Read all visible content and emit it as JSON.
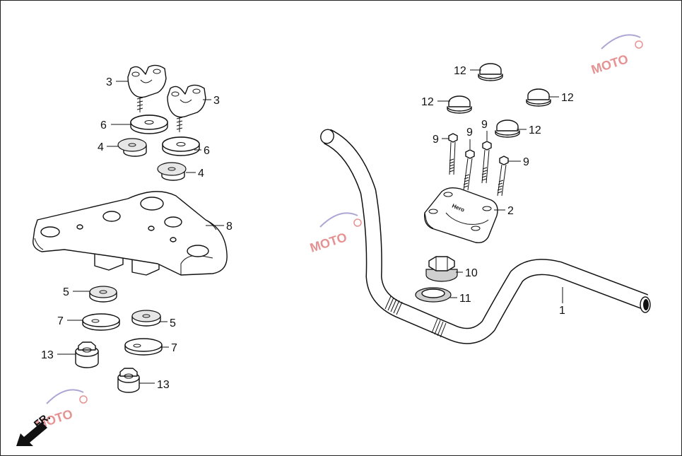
{
  "labels": {
    "l1": "1",
    "l2": "2",
    "l3a": "3",
    "l3b": "3",
    "l4a": "4",
    "l4b": "4",
    "l5a": "5",
    "l5b": "5",
    "l6a": "6",
    "l6b": "6",
    "l7a": "7",
    "l7b": "7",
    "l8": "8",
    "l9a": "9",
    "l9b": "9",
    "l9c": "9",
    "l9d": "9",
    "l10": "10",
    "l11": "11",
    "l12a": "12",
    "l12b": "12",
    "l12c": "12",
    "l12d": "12",
    "l13a": "13",
    "l13b": "13"
  },
  "front_arrow": "FR.",
  "clamp_brand": "Hero",
  "watermark": {
    "text": "MOTO",
    "accent": "#d43a3a",
    "secondary": "#6a5fb0"
  },
  "colors": {
    "line": "#111111",
    "background": "#ffffff"
  },
  "icons": {
    "front_arrow": "arrow-down-left-icon",
    "watermark": "moto-logo-icon"
  }
}
